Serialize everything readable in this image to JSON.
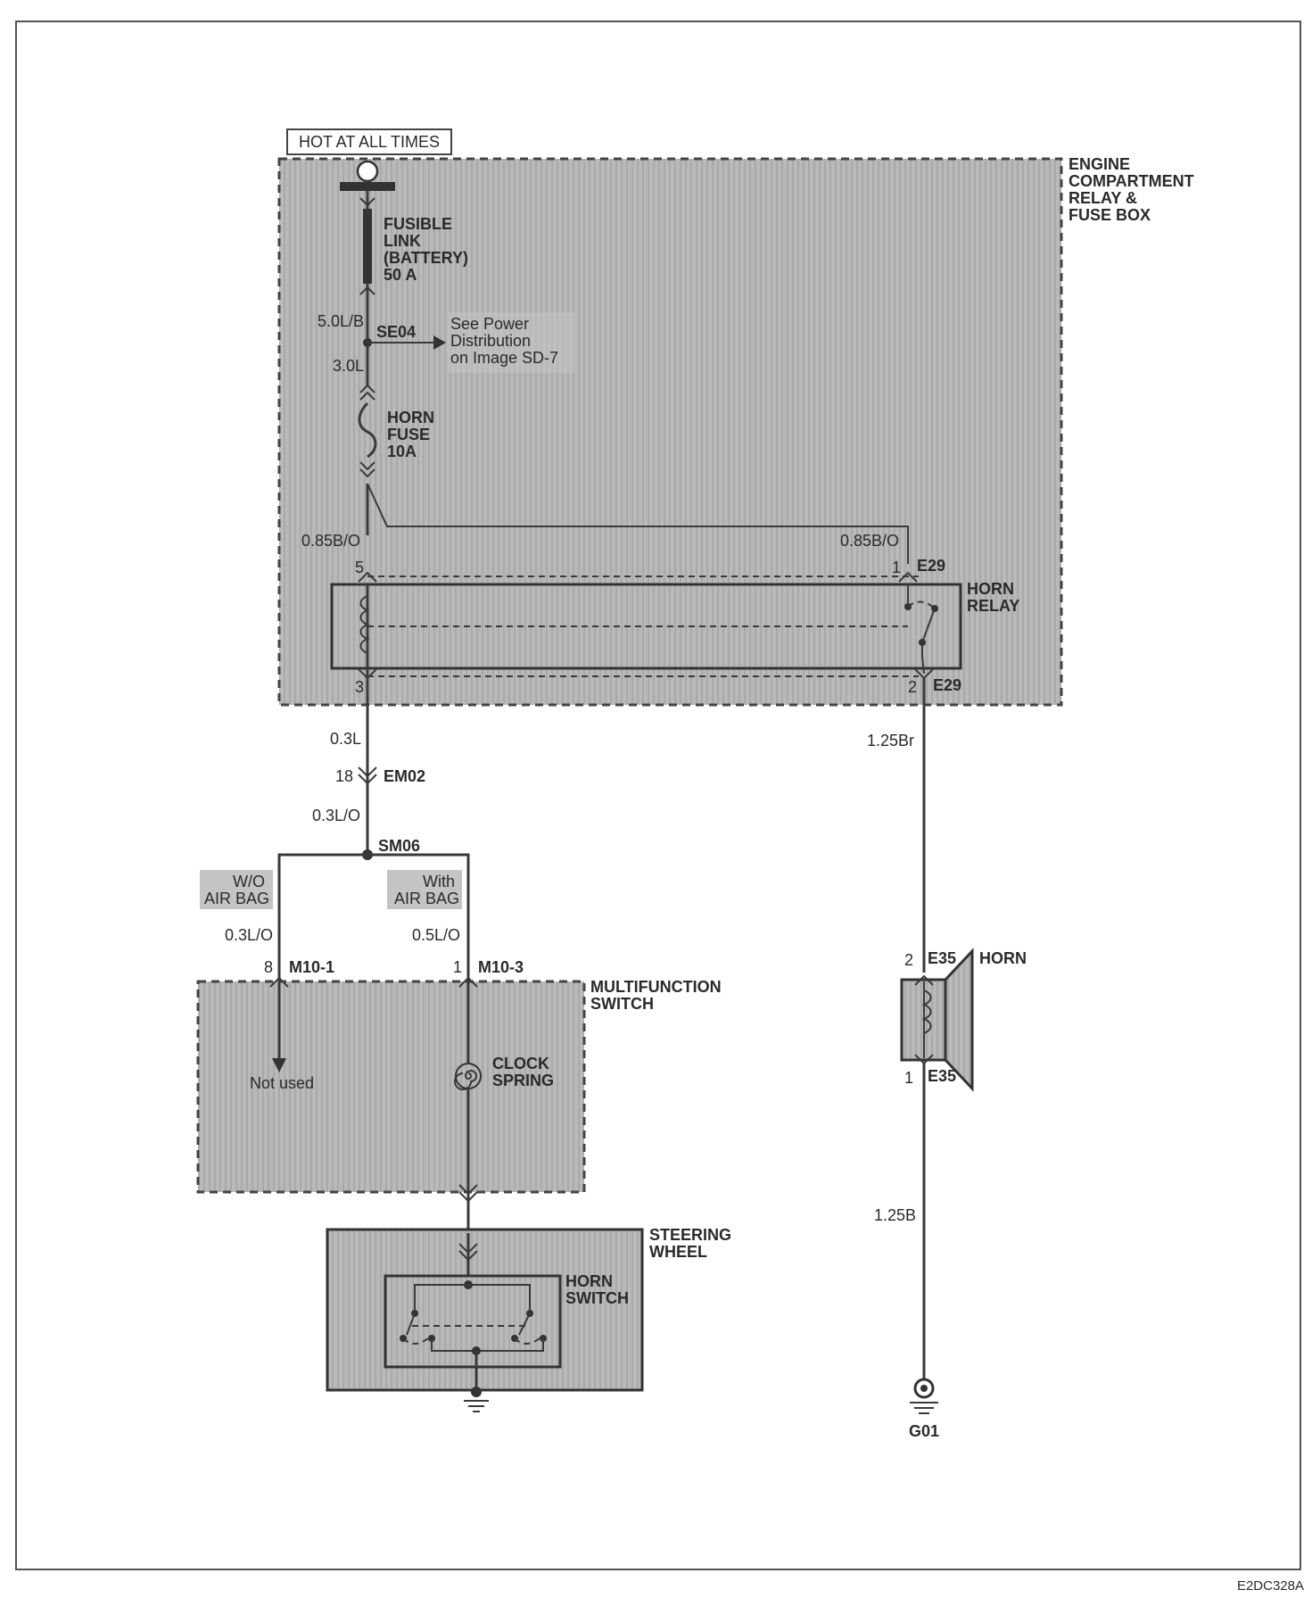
{
  "hot_label": "HOT AT ALL TIMES",
  "fuse_box_label": [
    "ENGINE",
    "COMPARTMENT",
    "RELAY &",
    "FUSE BOX"
  ],
  "fusible_link_label": [
    "FUSIBLE",
    "LINK",
    "(BATTERY)",
    "50 A"
  ],
  "wire_5_0lb": "5.0L/B",
  "splice_se04": "SE04",
  "see_power_dist": [
    "See Power",
    "Distribution",
    "on Image SD-7"
  ],
  "wire_3_0l": "3.0L",
  "horn_fuse_label": [
    "HORN",
    "FUSE",
    "10A"
  ],
  "wire_085bo_left": "0.85B/O",
  "wire_085bo_right": "0.85B/O",
  "pin_5": "5",
  "pin_1_relay": "1",
  "conn_e29_top": "E29",
  "horn_relay_label": [
    "HORN",
    "RELAY"
  ],
  "pin_3": "3",
  "pin_2_relay": "2",
  "conn_e29_bottom": "E29",
  "wire_0_3l": "0.3L",
  "pin_18": "18",
  "conn_em02": "EM02",
  "wire_0_3lo_top": "0.3L/O",
  "splice_sm06": "SM06",
  "wo_airbag": [
    "W/O",
    "AIR BAG"
  ],
  "with_airbag": [
    "With",
    "AIR BAG"
  ],
  "wire_0_3lo_left": "0.3L/O",
  "wire_0_5lo": "0.5L/O",
  "pin_8": "8",
  "conn_m10_1": "M10-1",
  "pin_1_m10": "1",
  "conn_m10_3": "M10-3",
  "multifunction_label": [
    "MULTIFUNCTION",
    "SWITCH"
  ],
  "not_used": "Not used",
  "clock_spring_label": [
    "CLOCK",
    "SPRING"
  ],
  "steering_wheel_label": [
    "STEERING",
    "WHEEL"
  ],
  "horn_switch_label": [
    "HORN",
    "SWITCH"
  ],
  "wire_1_25br": "1.25Br",
  "pin_2_horn": "2",
  "conn_e35_top": "E35",
  "horn_label": "HORN",
  "pin_1_horn": "1",
  "conn_e35_bottom": "E35",
  "wire_1_25b": "1.25B",
  "ground_g01": "G01",
  "image_code": "E2DC328A",
  "colors": {
    "shade": "#b6b6b6",
    "ink": "#3a3a3a",
    "label_bg": "#c4c4c4"
  }
}
